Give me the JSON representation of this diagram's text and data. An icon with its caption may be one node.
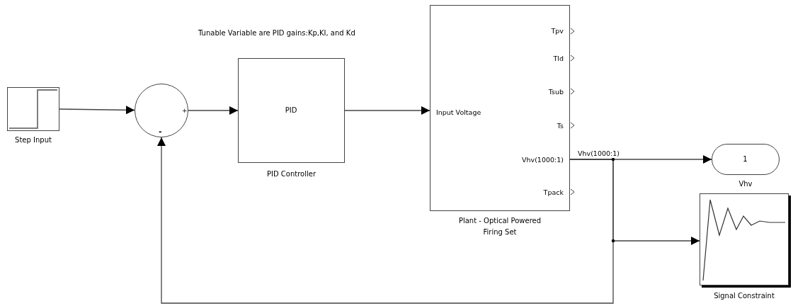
{
  "diagram": {
    "nodes": [
      {
        "text": [],
        "shape": "box",
        "beside": [
          "Step Input"
        ]
      },
      {
        "text": [],
        "shape": "circle"
      },
      {
        "text": [
          "PID"
        ],
        "beside": [
          "PID Controller"
        ]
      },
      {
        "text": [
          "Input Voltage",
          "Tpv",
          "Tld",
          "Tsub",
          "Ts",
          "Vhv(1000:1)",
          "Tpack"
        ],
        "beside": [
          "Plant - Optical Powered Firing Set"
        ]
      },
      {
        "text": [
          "1"
        ],
        "beside": [
          "Vhv"
        ]
      },
      {
        "text": [],
        "shape": "box",
        "beside": [
          "Signal Constraint"
        ]
      }
    ],
    "edges": [
      {
        "from": 0,
        "to": 1,
        "arrow": "to"
      },
      {
        "from": 1,
        "to": 2,
        "arrow": "to"
      },
      {
        "from": 2,
        "to": 3,
        "arrow": "to"
      },
      {
        "from": 3,
        "to": 4,
        "arrow": "to",
        "label": "Vhv(1000:1)"
      },
      {
        "from": 3,
        "to": 5,
        "arrow": "to"
      },
      {
        "from": 3,
        "to": 1,
        "arrow": "to"
      }
    ],
    "labels": [
      "Tunable Variable are PID gains:Kp,KI, and Kd",
      "+",
      "-"
    ]
  }
}
